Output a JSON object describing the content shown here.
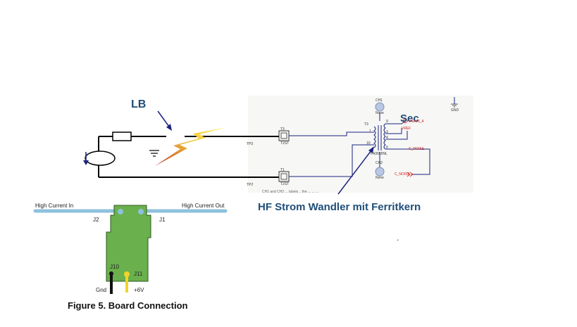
{
  "labels": {
    "lb": "LB",
    "sec": "Sec",
    "hf_caption": "HF Strom Wandler mit Ferritkern",
    "figure_caption": "Figure 5. Board Connection"
  },
  "board": {
    "high_current_in": "High Current In",
    "high_current_out": "High Current Out",
    "j2": "J2",
    "j1": "J1",
    "j10": "J10",
    "j11": "J11",
    "gnd": "Gnd",
    "plus6v": "+6V"
  },
  "schematic": {
    "ch1": "CH1",
    "ch2": "CH2",
    "none1": "None",
    "none2": "None",
    "tp3": "TP3",
    "tp2": "TP2",
    "t3": "T3",
    "t1": "T1",
    "conn1": "T2ST",
    "conn2": "T2ST",
    "pin9": "9",
    "pin1": "1",
    "pin10": "10",
    "pin3": "3",
    "pin4": "4",
    "pin6": "6",
    "vgain": "VGAIN_A",
    "vref": "VREF",
    "c_noise": "C_NOISE",
    "c_noise2": "C_NOISE",
    "gnd_sym": "GND",
    "part": "PA3655NL",
    "partial_text": "CH1 and CH2 ... labels .. the ... ... ..."
  },
  "colors": {
    "caption_blue": "#1f4e79",
    "wire_blue": "#1a237e",
    "connector_blue": "#8ec1dd",
    "board_green": "#6ab04c",
    "lightning_yellow": "#f5e04a",
    "lightning_red": "#c0392b",
    "probe_red": "#cc2222"
  },
  "icons": [
    "lightning-icon",
    "ground-symbol-icon",
    "fuse-icon",
    "current-loop-icon",
    "arrow-icon"
  ]
}
